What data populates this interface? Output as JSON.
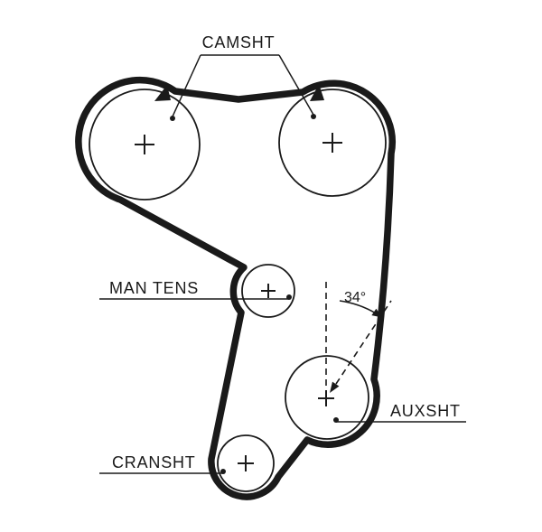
{
  "diagram": {
    "type": "timing-belt-routing-diagram",
    "labels": {
      "camshaft": "CAMSHT",
      "manual_tensioner": "MAN TENS",
      "crankshaft": "CRANSHT",
      "auxiliary_shaft": "AUXSHT",
      "angle": "34°"
    },
    "pulleys": [
      {
        "name": "camshaft-left"
      },
      {
        "name": "camshaft-right"
      },
      {
        "name": "manual-tensioner"
      },
      {
        "name": "auxiliary-shaft"
      },
      {
        "name": "crankshaft"
      }
    ],
    "colors": {
      "line": "#1a1a1a",
      "background": "#ffffff"
    }
  }
}
